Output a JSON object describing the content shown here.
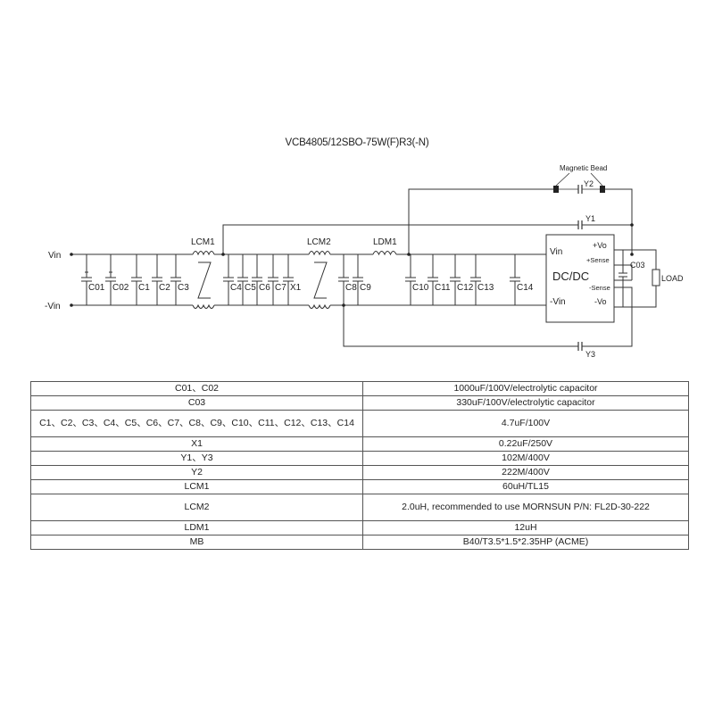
{
  "title": "VCB4805/12SBO-75W(F)R3(-N)",
  "schematic": {
    "vin_pos": "Vin",
    "vin_neg": "-Vin",
    "module": "DC/DC",
    "module_vin": "Vin",
    "module_vin_neg": "-Vin",
    "module_vo_pos": "+Vo",
    "module_sense_pos": "+Sense",
    "module_sense_neg": "-Sense",
    "module_vo_neg": "-Vo",
    "load": "LOAD",
    "magnetic_bead": "Magnetic Bead",
    "lcm1": "LCM1",
    "lcm2": "LCM2",
    "ldm1": "LDM1",
    "y1": "Y1",
    "y2": "Y2",
    "y3": "Y3",
    "c01": "C01",
    "c02": "C02",
    "c03": "C03",
    "caps_group1": [
      "C1",
      "C2",
      "C3"
    ],
    "caps_group2": [
      "C4",
      "C5",
      "C6",
      "C7",
      "X1"
    ],
    "caps_group3": [
      "C8",
      "C9"
    ],
    "caps_group4": [
      "C10",
      "C11",
      "C12",
      "C13"
    ],
    "c14": "C14"
  },
  "bom": [
    {
      "part": "C01、C02",
      "value": "1000uF/100V/electrolytic capacitor"
    },
    {
      "part": "C03",
      "value": "330uF/100V/electrolytic capacitor"
    },
    {
      "part": "C1、C2、C3、C4、C5、C6、C7、C8、C9、C10、C11、C12、C13、C14",
      "value": "4.7uF/100V"
    },
    {
      "part": "X1",
      "value": "0.22uF/250V"
    },
    {
      "part": "Y1、Y3",
      "value": "102M/400V"
    },
    {
      "part": "Y2",
      "value": "222M/400V"
    },
    {
      "part": "LCM1",
      "value": "60uH/TL15"
    },
    {
      "part": "LCM2",
      "value": "2.0uH, recommended to use MORNSUN P/N: FL2D-30-222"
    },
    {
      "part": "LDM1",
      "value": "12uH"
    },
    {
      "part": "MB",
      "value": "B40/T3.5*1.5*2.35HP (ACME)"
    }
  ]
}
